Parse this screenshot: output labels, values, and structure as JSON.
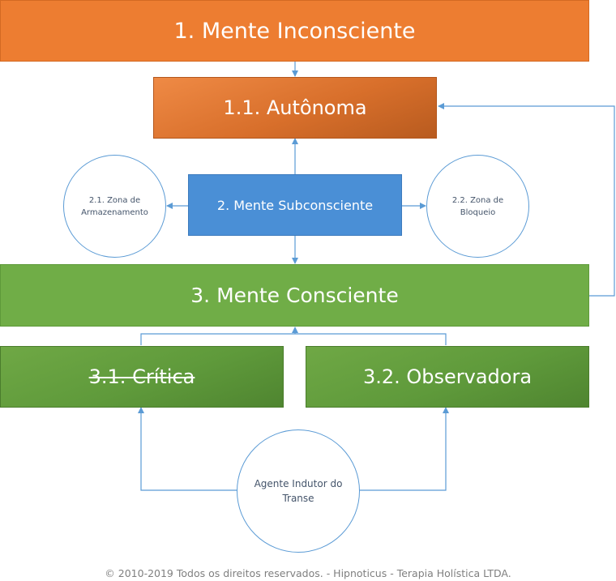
{
  "nodes": {
    "mente_inconsciente": "1. Mente Inconsciente",
    "autonoma": "1.1. Autônoma",
    "mente_subconsciente": "2. Mente Subconsciente",
    "zona_armazenamento": "2.1. Zona de Armazenamento",
    "zona_bloqueio": "2.2. Zona de Bloqueio",
    "mente_consciente": "3. Mente Consciente",
    "critica": "3.1. Crítica",
    "observadora": "3.2. Observadora",
    "agente_indutor": "Agente Indutor do Transe"
  },
  "colors": {
    "orange": "#ed7d31",
    "blue": "#4a8fd6",
    "green": "#70ad47",
    "connector": "#5b9bd5"
  },
  "footer": "© 2010-2019 Todos os direitos reservados. - Hipnoticus - Terapia Holística LTDA."
}
